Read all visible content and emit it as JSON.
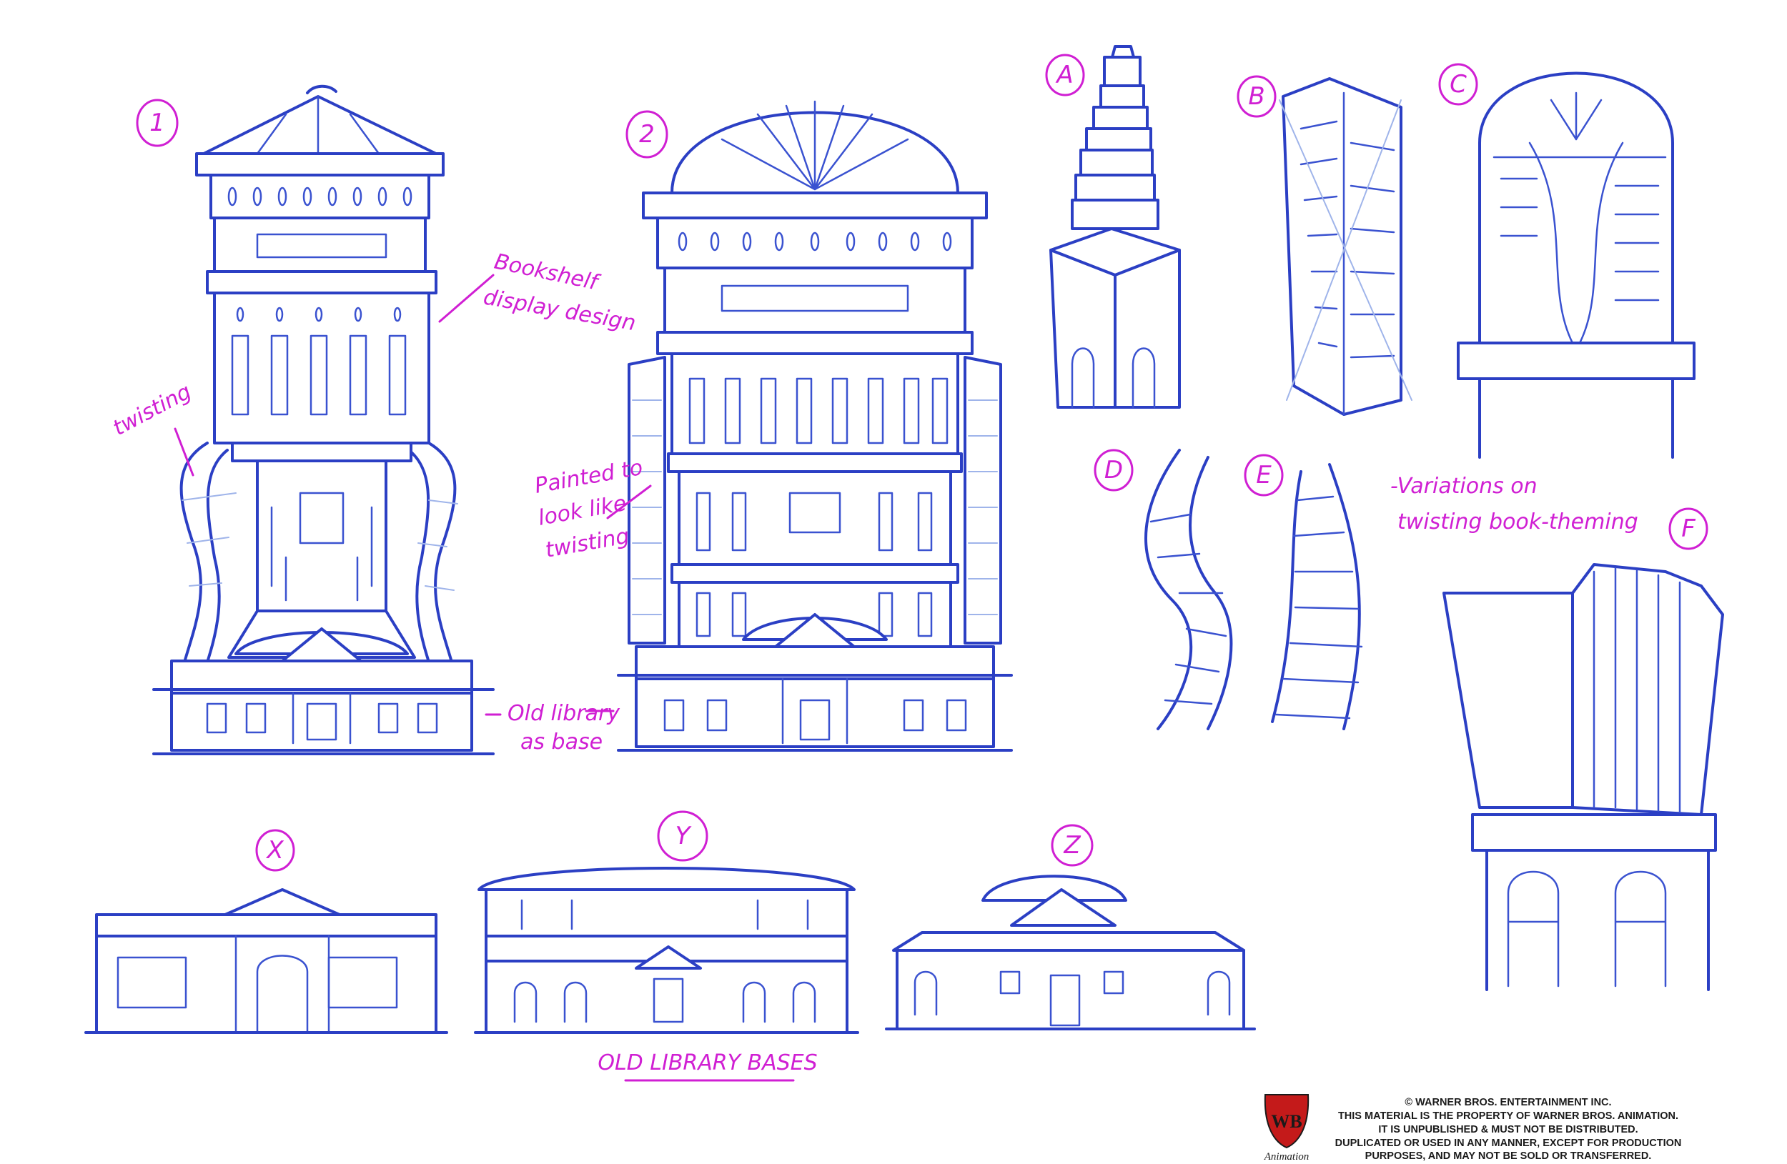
{
  "tower_labels": {
    "t1": "1",
    "t2": "2"
  },
  "variation_labels": {
    "a": "A",
    "b": "B",
    "c": "C",
    "d": "D",
    "e": "E",
    "f": "F"
  },
  "base_labels": {
    "x": "X",
    "y": "Y",
    "z": "Z"
  },
  "notes": {
    "bookshelf_line1": "Bookshelf",
    "bookshelf_line2": "display design",
    "twisting": "twisting",
    "painted_line1": "Painted to",
    "painted_line2": "look like",
    "painted_line3": "twisting",
    "oldlib_line1": "Old library",
    "oldlib_line2": "as base",
    "variations_line1": "-Variations on",
    "variations_line2": "twisting book-theming",
    "bases_caption": "OLD LIBRARY BASES"
  },
  "logo": {
    "mark": "WB",
    "label": "Animation"
  },
  "legal": {
    "line1": "© WARNER BROS. ENTERTAINMENT INC.",
    "line2": "THIS MATERIAL IS THE PROPERTY OF WARNER BROS. ANIMATION.",
    "line3": "IT IS UNPUBLISHED & MUST NOT BE DISTRIBUTED.",
    "line4": "DUPLICATED OR USED IN ANY MANNER, EXCEPT FOR PRODUCTION",
    "line5": "PURPOSES, AND MAY NOT BE SOLD OR TRANSFERRED."
  },
  "colors": {
    "ink": "#2b3fc4",
    "annotation": "#d01fd3",
    "background": "#ffffff"
  }
}
